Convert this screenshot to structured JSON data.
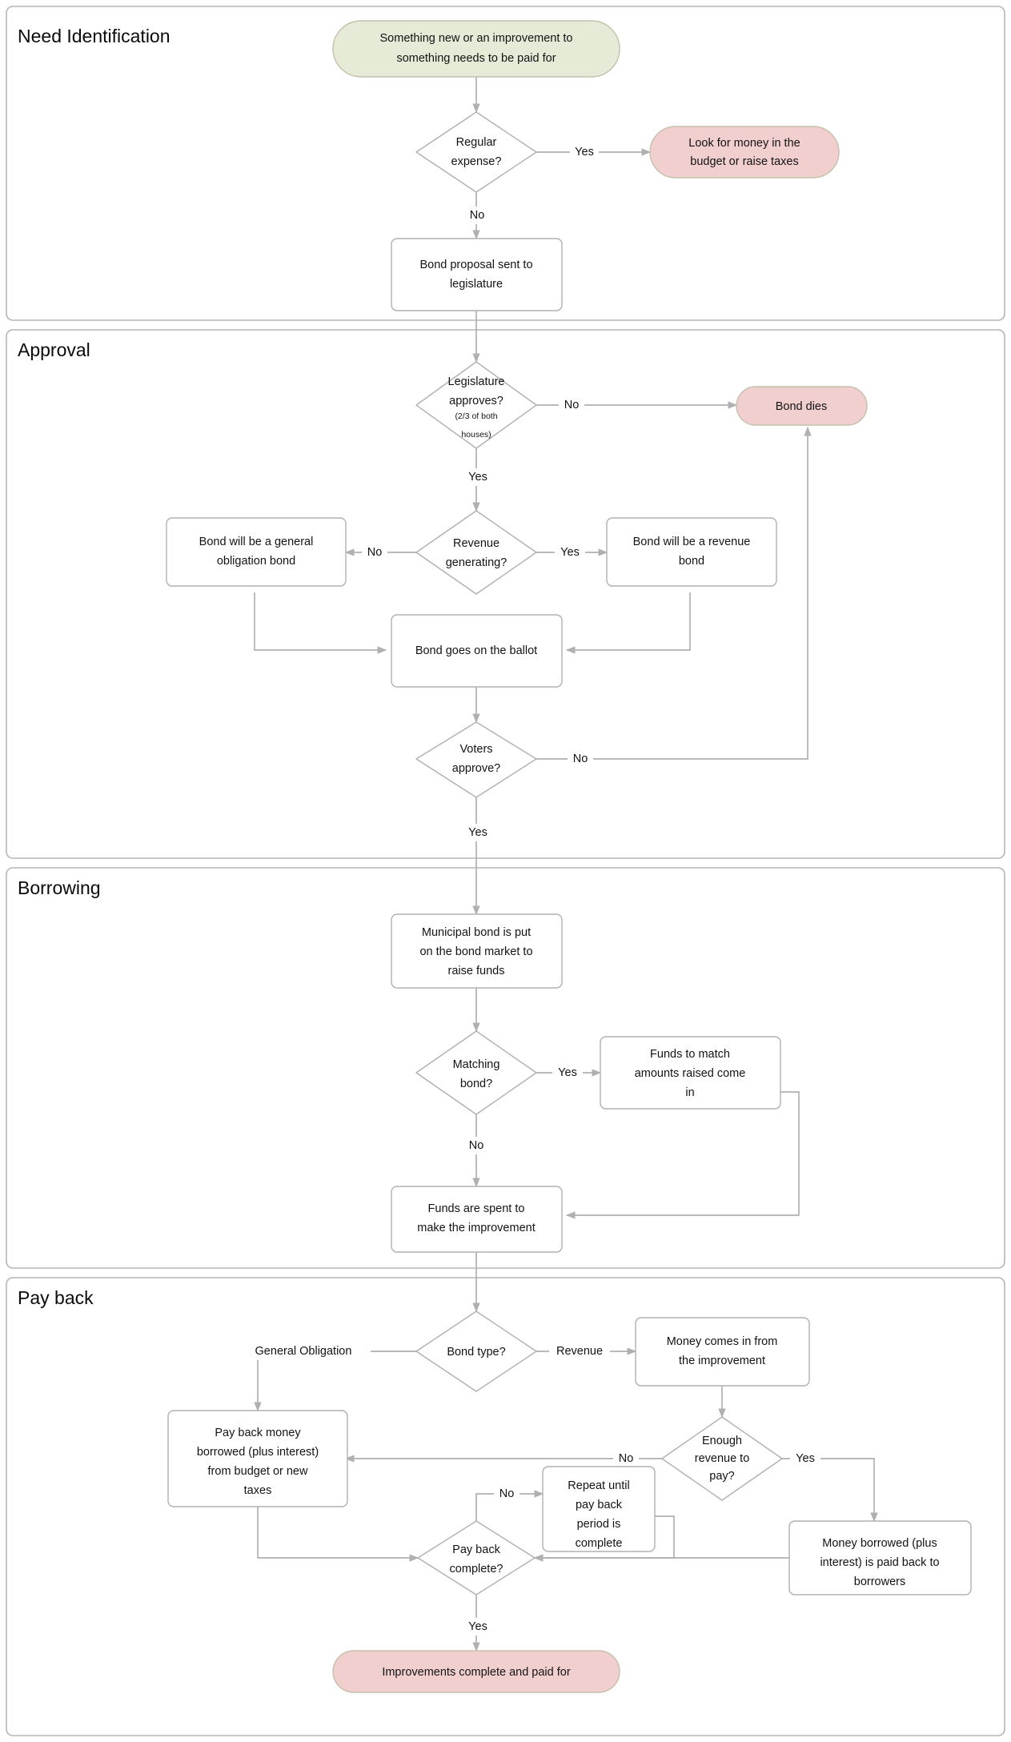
{
  "diagram": {
    "title": "Municipal Bond Lifecycle Flowchart",
    "colors": {
      "start_fill": "#e6ebd8",
      "start_stroke": "#c4c0ab",
      "terminal_fill": "#f2cfcf",
      "terminal_stroke": "#d9b4b4",
      "node_fill": "#ffffff",
      "node_stroke": "#b0b0b0",
      "edge_stroke": "#b0b0b0",
      "cluster_stroke": "#b5b5b5",
      "text": "#131313"
    },
    "clusters": [
      {
        "id": "need",
        "label": "Need Identification"
      },
      {
        "id": "approval",
        "label": "Approval"
      },
      {
        "id": "borrowing",
        "label": "Borrowing"
      },
      {
        "id": "payback",
        "label": "Pay back"
      }
    ],
    "nodes": {
      "start": {
        "label": "Something new or an improvement to something needs to be paid for",
        "shape": "stadium",
        "style": "start",
        "cluster": "need"
      },
      "regular_expense": {
        "label": "Regular expense?",
        "shape": "diamond",
        "style": "decision",
        "cluster": "need"
      },
      "look_for_money": {
        "label": "Look for money in the budget or raise taxes",
        "shape": "stadium",
        "style": "terminal",
        "cluster": "need"
      },
      "bond_proposal": {
        "label": "Bond proposal sent to legislature",
        "shape": "rect",
        "style": "process",
        "cluster": "need"
      },
      "legislature": {
        "label": "Legislature approves?",
        "sublabel": "(2/3 of both houses)",
        "shape": "diamond",
        "style": "decision",
        "cluster": "approval"
      },
      "bond_dies": {
        "label": "Bond dies",
        "shape": "stadium",
        "style": "terminal",
        "cluster": "approval"
      },
      "revenue_gen": {
        "label": "Revenue generating?",
        "shape": "diamond",
        "style": "decision",
        "cluster": "approval"
      },
      "general_ob_bond": {
        "label": "Bond will be a general obligation bond",
        "shape": "rect",
        "style": "process",
        "cluster": "approval"
      },
      "revenue_bond": {
        "label": "Bond will be a revenue bond",
        "shape": "rect",
        "style": "process",
        "cluster": "approval"
      },
      "ballot": {
        "label": "Bond goes on the ballot",
        "shape": "rect",
        "style": "process",
        "cluster": "approval"
      },
      "voters": {
        "label": "Voters approve?",
        "shape": "diamond",
        "style": "decision",
        "cluster": "approval"
      },
      "muni_market": {
        "label": "Municipal bond is put on the bond market to raise funds",
        "shape": "rect",
        "style": "process",
        "cluster": "borrowing"
      },
      "matching_bond": {
        "label": "Matching bond?",
        "shape": "diamond",
        "style": "decision",
        "cluster": "borrowing"
      },
      "match_funds": {
        "label": "Funds to match amounts raised come in",
        "shape": "rect",
        "style": "process",
        "cluster": "borrowing"
      },
      "funds_spent": {
        "label": "Funds are spent to make the improvement",
        "shape": "rect",
        "style": "process",
        "cluster": "borrowing"
      },
      "bond_type": {
        "label": "Bond type?",
        "shape": "diamond",
        "style": "decision",
        "cluster": "payback"
      },
      "money_comes_in": {
        "label": "Money comes in from the improvement",
        "shape": "rect",
        "style": "process",
        "cluster": "payback"
      },
      "pay_back_money": {
        "label": "Pay back money borrowed (plus interest) from budget or new taxes",
        "shape": "rect",
        "style": "process",
        "cluster": "payback"
      },
      "enough_revenue": {
        "label": "Enough revenue to pay?",
        "shape": "diamond",
        "style": "decision",
        "cluster": "payback"
      },
      "repeat_until": {
        "label": "Repeat until pay back period is complete",
        "shape": "rect",
        "style": "process",
        "cluster": "payback"
      },
      "money_paid_back": {
        "label": "Money borrowed (plus interest) is paid back to borrowers",
        "shape": "rect",
        "style": "process",
        "cluster": "payback"
      },
      "payback_complete": {
        "label": "Pay back complete?",
        "shape": "diamond",
        "style": "decision",
        "cluster": "payback"
      },
      "improvements": {
        "label": "Improvements complete and paid for",
        "shape": "stadium",
        "style": "terminal",
        "cluster": "payback"
      }
    },
    "edges": [
      {
        "from": "start",
        "to": "regular_expense",
        "label": ""
      },
      {
        "from": "regular_expense",
        "to": "look_for_money",
        "label": "Yes"
      },
      {
        "from": "regular_expense",
        "to": "bond_proposal",
        "label": "No"
      },
      {
        "from": "bond_proposal",
        "to": "legislature",
        "label": ""
      },
      {
        "from": "legislature",
        "to": "bond_dies",
        "label": "No"
      },
      {
        "from": "legislature",
        "to": "revenue_gen",
        "label": "Yes"
      },
      {
        "from": "revenue_gen",
        "to": "general_ob_bond",
        "label": "No"
      },
      {
        "from": "revenue_gen",
        "to": "revenue_bond",
        "label": "Yes"
      },
      {
        "from": "general_ob_bond",
        "to": "ballot",
        "label": ""
      },
      {
        "from": "revenue_bond",
        "to": "ballot",
        "label": ""
      },
      {
        "from": "ballot",
        "to": "voters",
        "label": ""
      },
      {
        "from": "voters",
        "to": "bond_dies",
        "label": "No"
      },
      {
        "from": "voters",
        "to": "muni_market",
        "label": "Yes"
      },
      {
        "from": "muni_market",
        "to": "matching_bond",
        "label": ""
      },
      {
        "from": "matching_bond",
        "to": "match_funds",
        "label": "Yes"
      },
      {
        "from": "matching_bond",
        "to": "funds_spent",
        "label": "No"
      },
      {
        "from": "match_funds",
        "to": "funds_spent",
        "label": ""
      },
      {
        "from": "funds_spent",
        "to": "bond_type",
        "label": ""
      },
      {
        "from": "bond_type",
        "to": "pay_back_money",
        "label": "General Obligation"
      },
      {
        "from": "bond_type",
        "to": "money_comes_in",
        "label": "Revenue"
      },
      {
        "from": "money_comes_in",
        "to": "enough_revenue",
        "label": ""
      },
      {
        "from": "enough_revenue",
        "to": "pay_back_money",
        "label": "No"
      },
      {
        "from": "enough_revenue",
        "to": "money_paid_back",
        "label": "Yes"
      },
      {
        "from": "pay_back_money",
        "to": "payback_complete",
        "label": ""
      },
      {
        "from": "money_paid_back",
        "to": "payback_complete",
        "label": ""
      },
      {
        "from": "payback_complete",
        "to": "repeat_until",
        "label": "No"
      },
      {
        "from": "repeat_until",
        "to": "payback_complete",
        "label": ""
      },
      {
        "from": "payback_complete",
        "to": "improvements",
        "label": "Yes"
      }
    ]
  }
}
